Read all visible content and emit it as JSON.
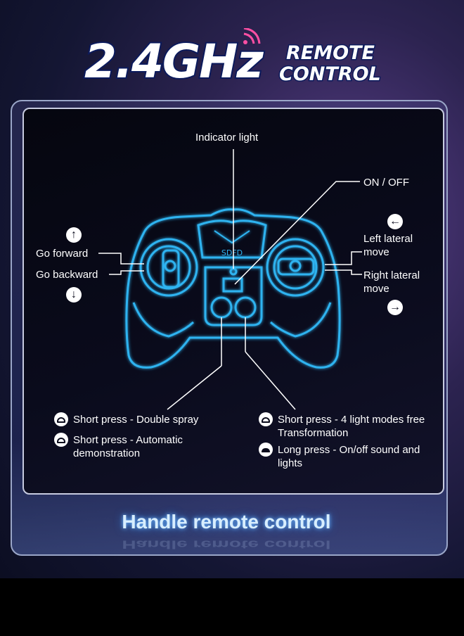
{
  "header": {
    "main_title": "2.4GHz",
    "sub_title_line1": "REMOTE",
    "sub_title_line2": "CONTROL"
  },
  "controller": {
    "brand": "SDFD"
  },
  "labels": {
    "indicator_light": "Indicator light",
    "on_off": "ON / OFF",
    "go_forward": "Go forward",
    "go_backward": "Go backward",
    "left_lateral": "Left lateral move",
    "right_lateral": "Right lateral move"
  },
  "legend_left": [
    {
      "icon": "short-press-icon",
      "text": "Short press - Double spray"
    },
    {
      "icon": "short-press-icon",
      "text": "Short press - Automatic demonstration"
    }
  ],
  "legend_right": [
    {
      "icon": "short-press-icon",
      "text": "Short press - 4 light modes free Transformation"
    },
    {
      "icon": "long-press-icon",
      "text": "Long press - On/off sound and lights"
    }
  ],
  "footer": {
    "title": "Handle remote control"
  },
  "colors": {
    "controller_outline": "#2fb3f0",
    "title_fill": "#ffffff",
    "title_outline": "#0b1a5c",
    "signal_pink": "#ff4fa3",
    "footer_glow": "#6fb6ff"
  }
}
